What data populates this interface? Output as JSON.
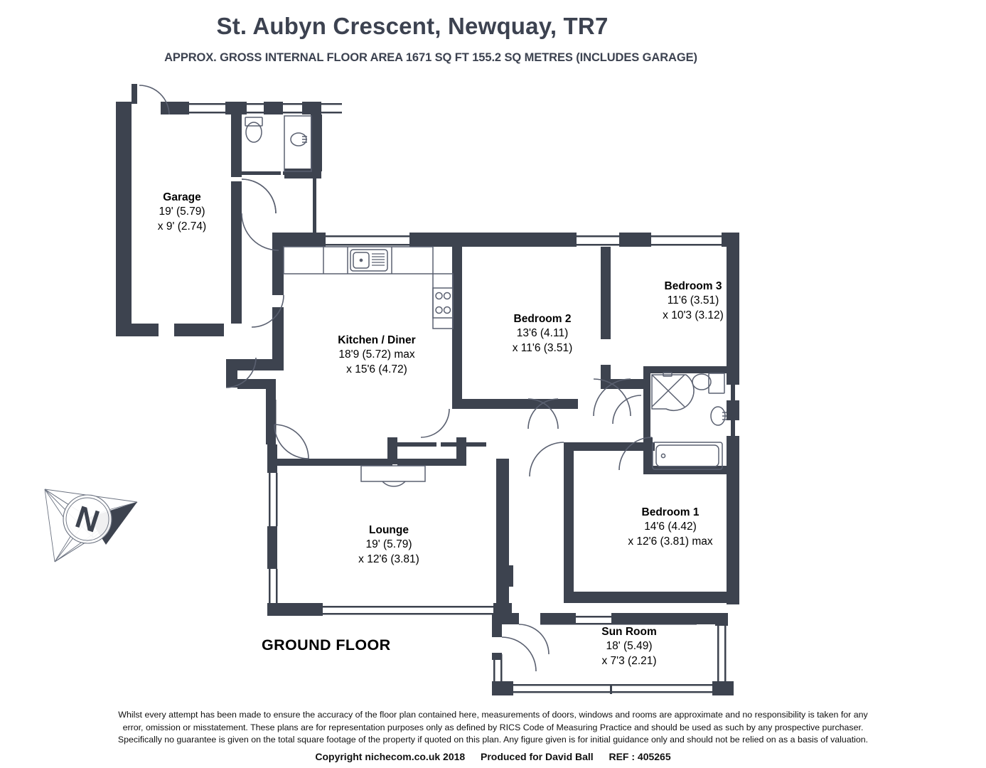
{
  "header": {
    "title": "St. Aubyn Crescent, Newquay, TR7",
    "subtitle": "APPROX. GROSS INTERNAL FLOOR AREA 1671 SQ FT 155.2 SQ METRES (INCLUDES GARAGE)"
  },
  "floor_label": "GROUND FLOOR",
  "compass": {
    "north_letter": "N"
  },
  "rooms": [
    {
      "key": "garage",
      "name": "Garage",
      "dim1": "19' (5.79)",
      "dim2": "x 9' (2.74)"
    },
    {
      "key": "kitchen",
      "name": "Kitchen / Diner",
      "dim1": "18'9 (5.72) max",
      "dim2": "x 15'6 (4.72)"
    },
    {
      "key": "bed2",
      "name": "Bedroom 2",
      "dim1": "13'6 (4.11)",
      "dim2": "x 11'6 (3.51)"
    },
    {
      "key": "bed3",
      "name": "Bedroom 3",
      "dim1": "11'6 (3.51)",
      "dim2": "x 10'3 (3.12)"
    },
    {
      "key": "bed1",
      "name": "Bedroom 1",
      "dim1": "14'6 (4.42)",
      "dim2": "x 12'6 (3.81) max"
    },
    {
      "key": "lounge",
      "name": "Lounge",
      "dim1": "19' (5.79)",
      "dim2": "x 12'6 (3.81)"
    },
    {
      "key": "sun",
      "name": "Sun Room",
      "dim1": "18' (5.49)",
      "dim2": "x 7'3 (2.21)"
    }
  ],
  "footer": {
    "line1": "Whilst every attempt has been made to ensure the accuracy of the floor plan contained here, measurements of doors, windows and rooms are approximate and no responsibility is taken for any",
    "line2": "error, omission or misstatement. These plans are for representation purposes only as defined by RICS Code of Measuring Practice and should be used as such by any prospective purchaser.",
    "line3": "Specifically no guarantee is given on the total square footage of the property if quoted on this plan. Any figure given is for initial guidance only and should not be relied on as a basis of valuation.",
    "copyright": "Copyright nichecom.co.uk 2018",
    "produced_for": "Produced for David Ball",
    "reference": "REF : 405265"
  },
  "colors": {
    "wall": "#3d434f",
    "fixture_outline": "#5a6070",
    "title": "#3c4250"
  }
}
